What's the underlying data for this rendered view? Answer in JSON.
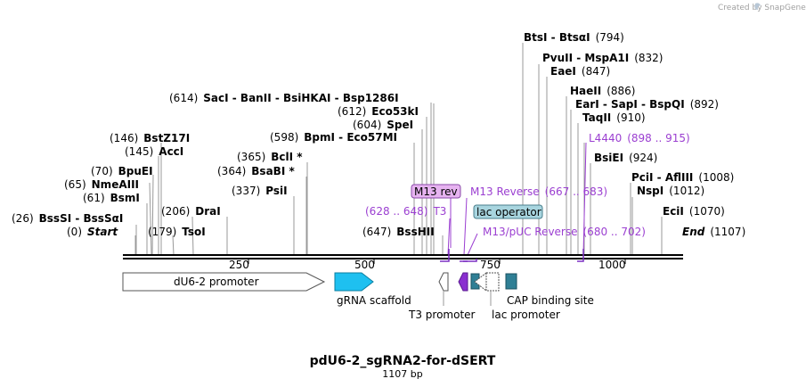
{
  "credit": "Created by SnapGene",
  "title": "pdU6-2_sgRNA2-for-dSERT",
  "subtitle": "1107 bp",
  "ruler_ticks": [
    "250",
    "500",
    "750",
    "1000"
  ],
  "sites": [
    {
      "name": "BssSI - BssSαI",
      "pos": "(26)"
    },
    {
      "name": "Start",
      "pos": "(0)"
    },
    {
      "name": "BsmI",
      "pos": "(61)"
    },
    {
      "name": "NmeAIII",
      "pos": "(65)"
    },
    {
      "name": "BpuEI",
      "pos": "(70)"
    },
    {
      "name": "AccI",
      "pos": "(145)"
    },
    {
      "name": "BstZ17I",
      "pos": "(146)"
    },
    {
      "name": "TsoI",
      "pos": "(179)"
    },
    {
      "name": "DraI",
      "pos": "(206)"
    },
    {
      "name": "PsiI",
      "pos": "(337)"
    },
    {
      "name": "BsaBI *",
      "pos": "(364)"
    },
    {
      "name": "BclI *",
      "pos": "(365)"
    },
    {
      "name": "BpmI - Eco57MI",
      "pos": "(598)"
    },
    {
      "name": "SpeI",
      "pos": "(604)"
    },
    {
      "name": "Eco53kI",
      "pos": "(612)"
    },
    {
      "name": "SacI - BanII - BsiHKAI - Bsp1286I",
      "pos": "(614)"
    },
    {
      "name": "BssHII",
      "pos": "(647)"
    },
    {
      "name": "BtsI - BtsαI",
      "pos": "(794)"
    },
    {
      "name": "PvuII - MspA1I",
      "pos": "(832)"
    },
    {
      "name": "EaeI",
      "pos": "(847)"
    },
    {
      "name": "HaeII",
      "pos": "(886)"
    },
    {
      "name": "EarI - SapI - BspQI",
      "pos": "(892)"
    },
    {
      "name": "TaqII",
      "pos": "(910)"
    },
    {
      "name": "BsiEI",
      "pos": "(924)"
    },
    {
      "name": "PciI - AflIII",
      "pos": "(1008)"
    },
    {
      "name": "NspI",
      "pos": "(1012)"
    },
    {
      "name": "EciI",
      "pos": "(1070)"
    },
    {
      "name": "End",
      "pos": "(1107)"
    }
  ],
  "primers": [
    {
      "name": "L4440",
      "range": "(898 .. 915)"
    },
    {
      "name": "M13 Reverse",
      "range": "(667 .. 683)"
    },
    {
      "name": "M13/pUC Reverse",
      "range": "(680 .. 702)"
    },
    {
      "name": "T3",
      "range": "(628 .. 648)"
    },
    {
      "name": "M13 rev",
      "range": ""
    },
    {
      "name": "lac operator",
      "range": ""
    }
  ],
  "features": [
    {
      "name": "dU6-2 promoter"
    },
    {
      "name": "gRNA scaffold"
    },
    {
      "name": "T3 promoter"
    },
    {
      "name": "lac promoter"
    },
    {
      "name": "CAP binding site"
    }
  ],
  "colors": {
    "primer_text": "#9b3fd1",
    "scaffold": "#1ec0f0",
    "cap_site": "#2f7f95",
    "m13_box": "#e6b3f0",
    "lac_box": "#a8d5df",
    "primer_arrow": "#7a2fc0"
  }
}
